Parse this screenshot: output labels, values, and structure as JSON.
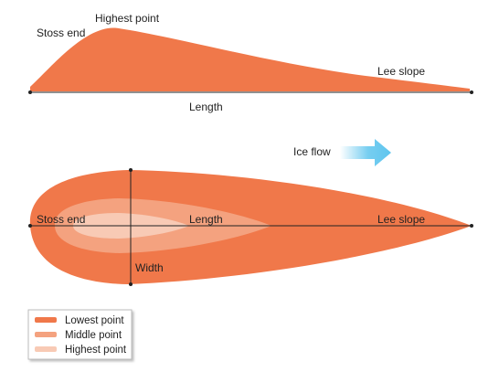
{
  "side_view": {
    "stoss_end_label": "Stoss end",
    "highest_point_label": "Highest point",
    "lee_slope_label": "Lee slope",
    "length_label": "Length"
  },
  "plan_view": {
    "ice_flow_label": "Ice flow",
    "stoss_end_label": "Stoss end",
    "length_label": "Length",
    "lee_slope_label": "Lee slope",
    "width_label": "Width"
  },
  "legend": {
    "items": [
      {
        "label": "Lowest point",
        "color": "#f0784a"
      },
      {
        "label": "Middle point",
        "color": "#f4a27f"
      },
      {
        "label": "Highest point",
        "color": "#f8cab5"
      }
    ]
  },
  "colors": {
    "drumlin": "#f0784a",
    "middle": "#f4a27f",
    "highest": "#f8cab5",
    "arrow": "#5ec5ee",
    "line": "#222222"
  }
}
